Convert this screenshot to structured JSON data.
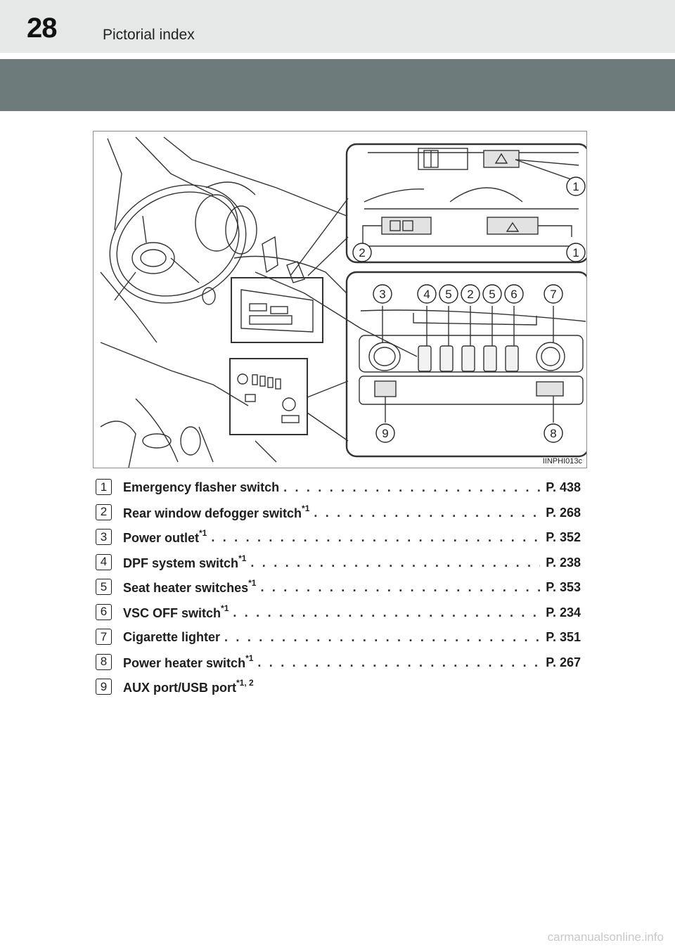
{
  "header": {
    "page_number": "28",
    "section_title": "Pictorial index"
  },
  "figure": {
    "code": "IINPHI013c",
    "callouts": [
      "1",
      "2",
      "1",
      "3",
      "4",
      "5",
      "2",
      "5",
      "6",
      "7",
      "9",
      "8"
    ]
  },
  "legend": {
    "items": [
      {
        "num": "1",
        "name": "Emergency flasher switch",
        "sup": "",
        "page": "P. 438"
      },
      {
        "num": "2",
        "name": "Rear window defogger switch",
        "sup": "*1",
        "page": "P. 268"
      },
      {
        "num": "3",
        "name": "Power outlet",
        "sup": "*1",
        "page": "P. 352"
      },
      {
        "num": "4",
        "name": "DPF system switch",
        "sup": "*1",
        "page": "P. 238"
      },
      {
        "num": "5",
        "name": "Seat heater switches",
        "sup": "*1",
        "page": "P. 353"
      },
      {
        "num": "6",
        "name": "VSC OFF switch",
        "sup": "*1",
        "page": "P. 234"
      },
      {
        "num": "7",
        "name": "Cigarette lighter",
        "sup": "",
        "page": "P. 351"
      },
      {
        "num": "8",
        "name": "Power heater switch",
        "sup": "*1",
        "page": "P. 267"
      },
      {
        "num": "9",
        "name": "AUX port/USB port",
        "sup": "*1, 2",
        "page": ""
      }
    ]
  },
  "footer": {
    "watermark": "carmanualsonline.info"
  }
}
